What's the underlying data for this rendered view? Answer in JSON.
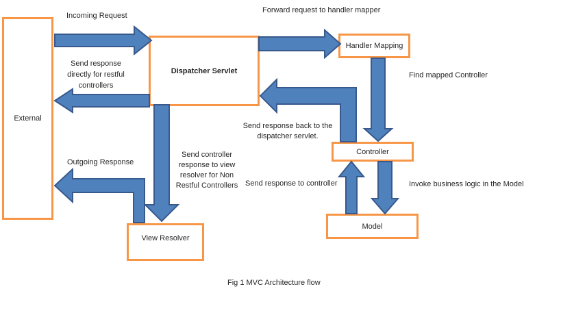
{
  "diagram": {
    "caption": "Fig 1 MVC Architecture flow",
    "nodes": {
      "external": "External",
      "dispatcher_servlet": "Dispatcher Servlet",
      "handler_mapping": "Handler Mapping",
      "controller": "Controller",
      "model": "Model",
      "view_resolver": "View Resolver"
    },
    "labels": {
      "incoming_request": "Incoming Request",
      "forward_request": "Forward request to handler mapper",
      "send_response_directly": "Send response\ndirectly for restful\ncontrollers",
      "find_mapped_controller": "Find mapped Controller",
      "send_response_back": "Send response back to the\ndispatcher servlet.",
      "outgoing_response": "Outgoing Response",
      "send_controller_response": "Send controller\nresponse to view\nresolver for Non\nRestful Controllers",
      "send_response_to_controller": "Send response to controller",
      "invoke_business_logic": "Invoke business logic in the Model"
    },
    "edges": [
      {
        "from": "External",
        "to": "Dispatcher Servlet",
        "label": "Incoming Request"
      },
      {
        "from": "Dispatcher Servlet",
        "to": "Handler Mapping",
        "label": "Forward request to handler mapper"
      },
      {
        "from": "Handler Mapping",
        "to": "Controller",
        "label": "Find mapped Controller"
      },
      {
        "from": "Controller",
        "to": "Dispatcher Servlet",
        "label": "Send response back to the dispatcher servlet."
      },
      {
        "from": "Controller",
        "to": "Model",
        "label": "Invoke business logic in the Model"
      },
      {
        "from": "Model",
        "to": "Controller",
        "label": "Send response to controller"
      },
      {
        "from": "Dispatcher Servlet",
        "to": "View Resolver",
        "label": "Send controller response to view resolver for Non Restful Controllers"
      },
      {
        "from": "Dispatcher Servlet",
        "to": "External",
        "label": "Send response directly for restful controllers"
      },
      {
        "from": "View Resolver",
        "to": "External",
        "label": "Outgoing Response"
      }
    ],
    "colors": {
      "box_border": "#f79646",
      "arrow_fill": "#4f81bd",
      "arrow_outline": "#38598c",
      "text": "#262626"
    }
  }
}
